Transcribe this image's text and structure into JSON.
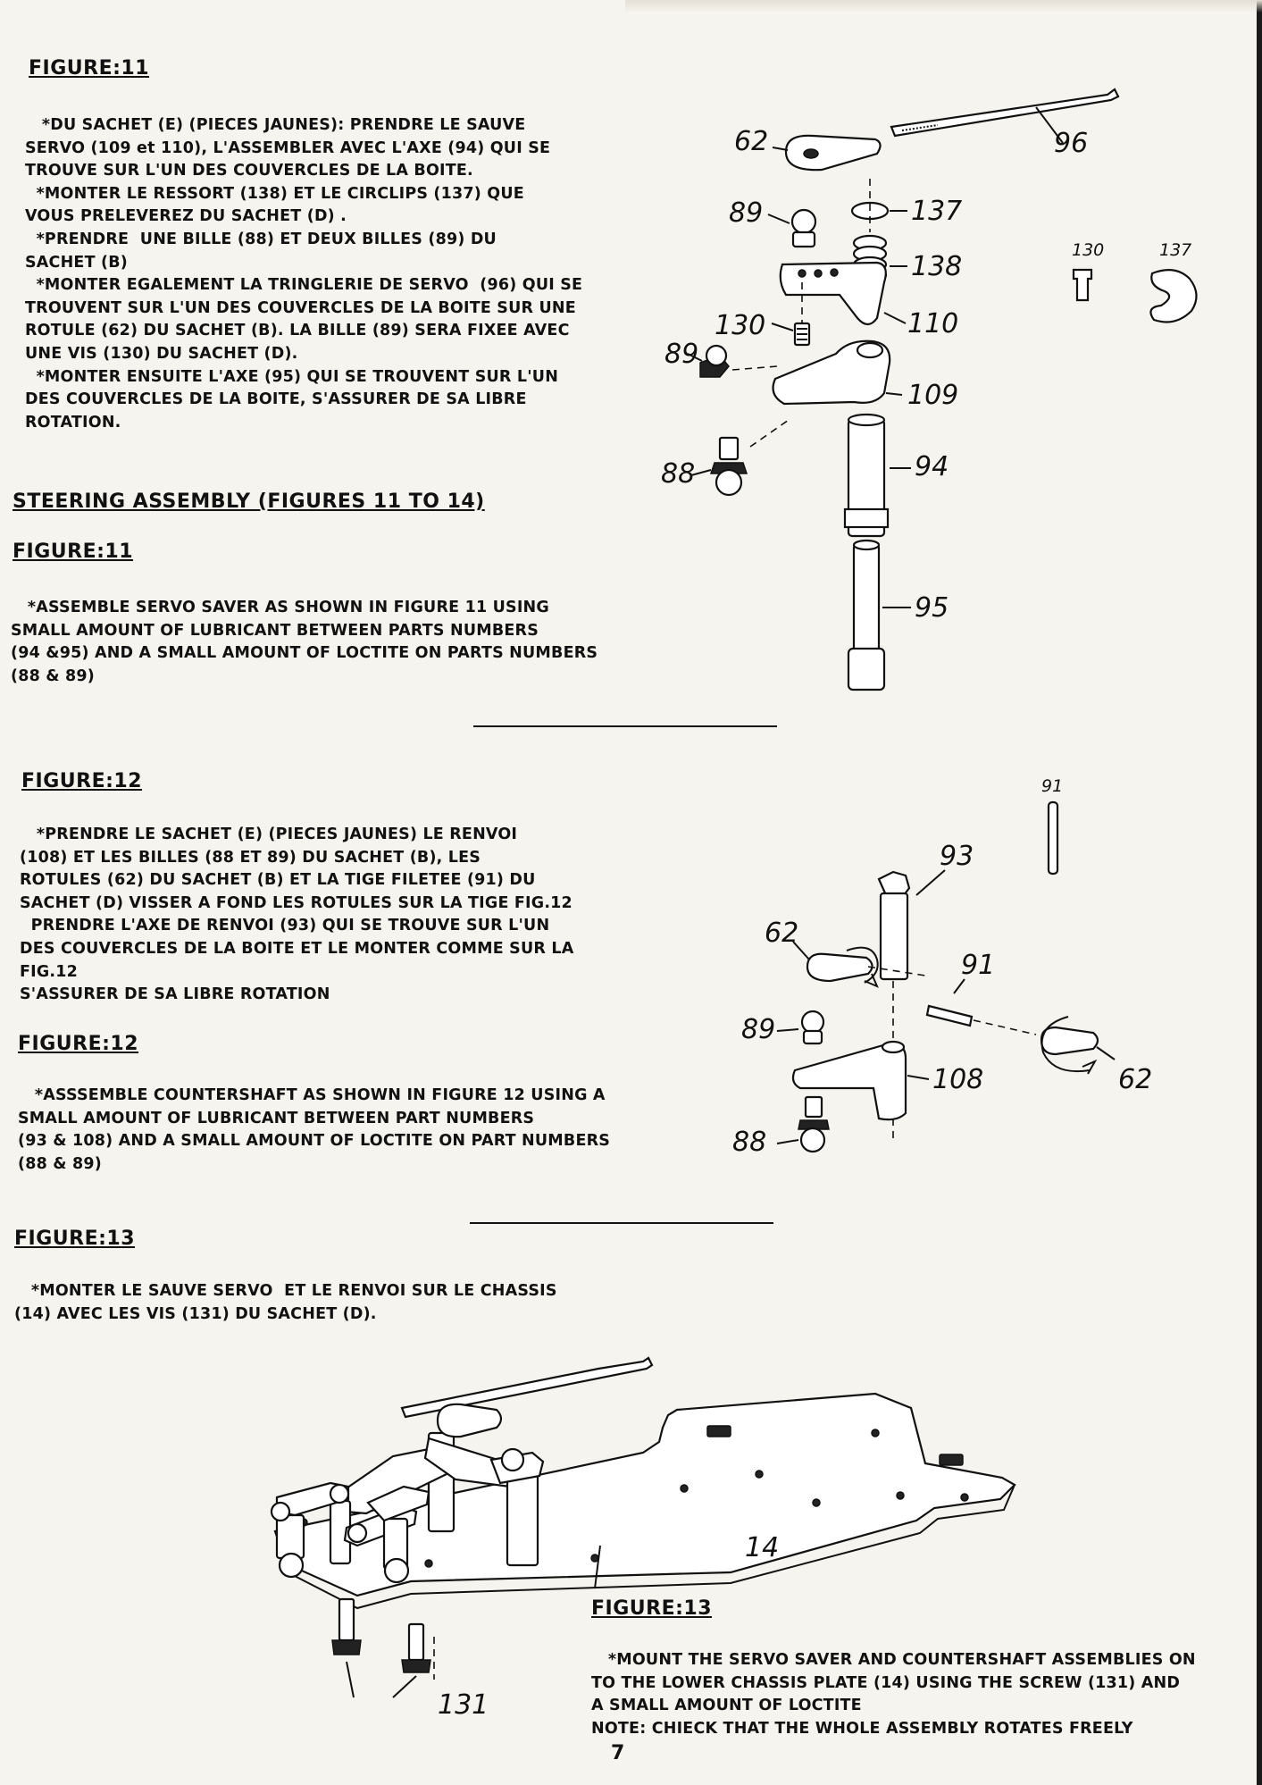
{
  "figure11": {
    "heading_fr": "FIGURE:11",
    "text_fr": [
      "   *DU SACHET (E) (PIECES JAUNES): PRENDRE LE SAUVE",
      "SERVO (109 et 110), L'ASSEMBLER AVEC L'AXE (94) QUI SE",
      "TROUVE SUR L'UN DES COUVERCLES DE LA BOITE.",
      "  *MONTER LE RESSORT (138) ET LE CIRCLIPS (137) QUE",
      "VOUS PRELEVEREZ DU SACHET (D) .",
      "  *PRENDRE  UNE BILLE (88) ET DEUX BILLES (89) DU",
      "SACHET (B)",
      "  *MONTER EGALEMENT LA TRINGLERIE DE SERVO  (96) QUI SE",
      "TROUVENT SUR L'UN DES COUVERCLES DE LA BOITE SUR UNE",
      "ROTULE (62) DU SACHET (B). LA BILLE (89) SERA FIXEE AVEC",
      "UNE VIS (130) DU SACHET (D).",
      "  *MONTER ENSUITE L'AXE (95) QUI SE TROUVENT SUR L'UN",
      "DES COUVERCLES DE LA BOITE, S'ASSURER DE SA LIBRE",
      "ROTATION."
    ],
    "section_title": "STEERING ASSEMBLY (FIGURES 11 TO 14)",
    "heading_en": "FIGURE:11",
    "text_en": [
      "   *ASSEMBLE SERVO SAVER AS SHOWN IN FIGURE 11 USING",
      "SMALL AMOUNT OF LUBRICANT BETWEEN PARTS NUMBERS",
      "(94 &95) AND A SMALL AMOUNT OF LOCTITE ON PARTS NUMBERS",
      "(88 & 89)"
    ],
    "labels": {
      "p96": "96",
      "p62": "62",
      "p89a": "89",
      "p137": "137",
      "p138": "138",
      "p130": "130",
      "p110": "110",
      "p89b": "89",
      "p109": "109",
      "p88": "88",
      "p94": "94",
      "p95": "95",
      "side130": "130",
      "side137": "137"
    }
  },
  "figure12": {
    "heading_fr": "FIGURE:12",
    "text_fr": [
      "   *PRENDRE LE SACHET (E) (PIECES JAUNES) LE RENVOI",
      "(108) ET LES BILLES (88 ET 89) DU SACHET (B), LES",
      "ROTULES (62) DU SACHET (B) ET LA TIGE FILETEE (91) DU",
      "SACHET (D) VISSER A FOND LES ROTULES SUR LA TIGE FIG.12",
      "  PRENDRE L'AXE DE RENVOI (93) QUI SE TROUVE SUR L'UN",
      "DES COUVERCLES DE LA BOITE ET LE MONTER COMME SUR LA",
      "FIG.12",
      "S'ASSURER DE SA LIBRE ROTATION"
    ],
    "heading_en": "FIGURE:12",
    "text_en": [
      "   *ASSSEMBLE COUNTERSHAFT AS SHOWN IN FIGURE 12 USING A",
      "SMALL AMOUNT OF LUBRICANT BETWEEN PART NUMBERS",
      "(93 & 108) AND A SMALL AMOUNT OF LOCTITE ON PART NUMBERS",
      "(88 & 89)"
    ],
    "labels": {
      "p91top": "91",
      "p93": "93",
      "p62a": "62",
      "p91": "91",
      "p89": "89",
      "p108": "108",
      "p62b": "62",
      "p88": "88"
    }
  },
  "figure13": {
    "heading_fr": "FIGURE:13",
    "text_fr": [
      "   *MONTER LE SAUVE SERVO  ET LE RENVOI SUR LE CHASSIS",
      "(14) AVEC LES VIS (131) DU SACHET (D)."
    ],
    "heading_en": "FIGURE:13",
    "text_en": [
      "   *MOUNT THE SERVO SAVER AND COUNTERSHAFT ASSEMBLIES ON",
      "TO THE LOWER CHASSIS PLATE (14) USING THE SCREW (131) AND",
      "A SMALL AMOUNT OF LOCTITE",
      "NOTE: CHIECK THAT THE WHOLE ASSEMBLY ROTATES FREELY"
    ],
    "labels": {
      "p14": "14",
      "p131": "131"
    }
  },
  "page_number": "7"
}
